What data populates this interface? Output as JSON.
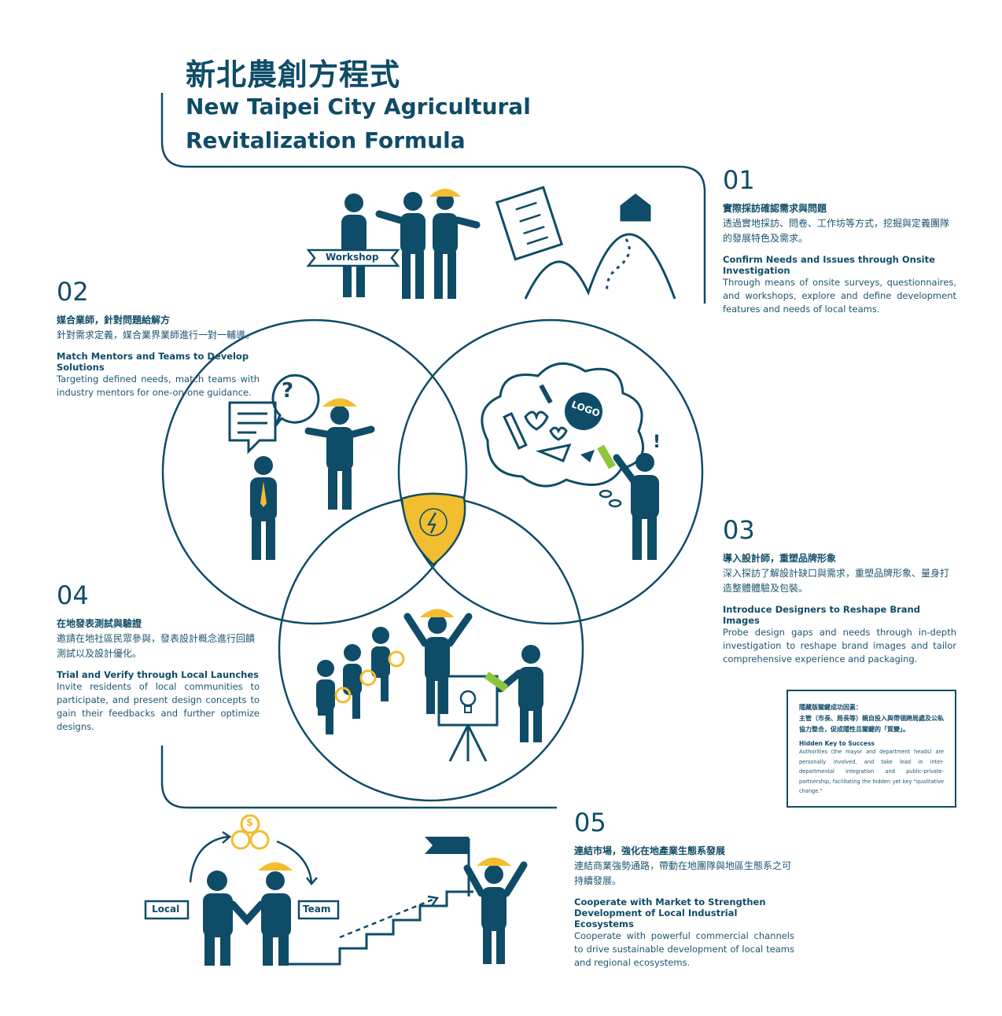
{
  "title": {
    "zh": "新北農創方程式",
    "en": "New Taipei City Agricultural Revitalization Formula"
  },
  "colors": {
    "navy": "#0f4c67",
    "yellow": "#f2bd2f",
    "green": "#8cc63f"
  },
  "steps": [
    {
      "num": "01",
      "zh_title": "實際採訪確認需求與問題",
      "zh_body": "透過實地採訪、問卷、工作坊等方式，挖掘與定義團隊的發展特色及需求。",
      "en_title": "Confirm Needs and Issues through Onsite Investigation",
      "en_body": "Through means of onsite surveys, questionnaires, and workshops, explore and define development features and needs of local teams."
    },
    {
      "num": "02",
      "zh_title": "媒合業師，針對問題給解方",
      "zh_body": "針對需求定義，媒合業界業師進行一對一輔導。",
      "en_title": "Match Mentors and Teams to Develop Solutions",
      "en_body": "Targeting defined needs, match teams with industry mentors for one-on-one guidance."
    },
    {
      "num": "03",
      "zh_title": "導入設計師，重塑品牌形象",
      "zh_body": "深入探訪了解設計缺口與需求，重塑品牌形象、量身打造整體體驗及包裝。",
      "en_title": "Introduce Designers to Reshape Brand Images",
      "en_body": "Probe design gaps and needs through in-depth investigation to reshape brand images and tailor comprehensive experience and packaging."
    },
    {
      "num": "04",
      "zh_title": "在地發表測試與驗證",
      "zh_body": "邀請在地社區民眾參與，發表設計概念進行回饋測試以及設計優化。",
      "en_title": "Trial and Verify through Local Launches",
      "en_body": "Invite residents of local communities to participate, and present design concepts to gain their feedbacks and further optimize designs."
    },
    {
      "num": "05",
      "zh_title": "連結市場，強化在地產業生態系發展",
      "zh_body": "連結商業強勢通路，帶動在地團隊與地區生態系之可持續發展。",
      "en_title": "Cooperate with Market to Strengthen Development of Local Industrial Ecosystems",
      "en_body": "Cooperate with powerful commercial channels to drive sustainable development of local teams and regional ecosystems."
    }
  ],
  "note": {
    "zh_title": "隱藏版關鍵成功因素：",
    "zh_body": "主管（市長、局長等）親自投入與帶領跨局處及公私協力整合，促成隱性且關鍵的「質變」。",
    "en_title": "Hidden Key to Success",
    "en_body": "Authorities (the mayor and department heads) are personally involved, and take lead in inter-departmental integration and public-private-partnership, facilitating the hidden yet key \"qualitative change.\""
  },
  "labels": {
    "workshop": "Workshop",
    "logo": "LOGO",
    "question": "?",
    "exclaim": "!",
    "local": "Local",
    "team": "Team",
    "dollar": "$"
  }
}
